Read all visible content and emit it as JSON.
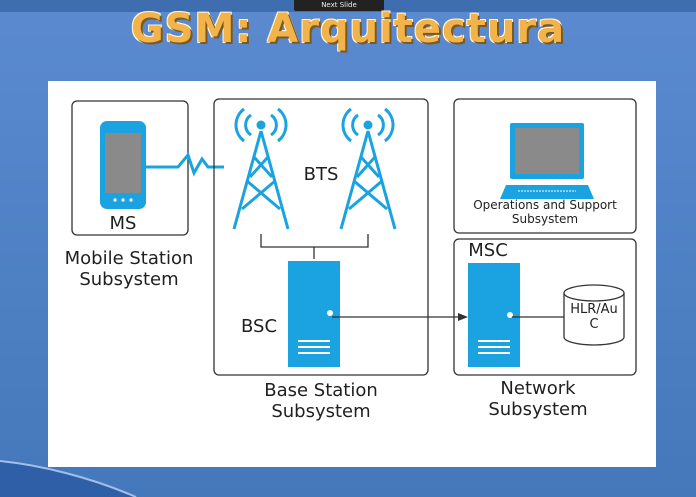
{
  "slide": {
    "title": "GSM: Arquitectura",
    "tooltip": "Next Slide"
  },
  "colors": {
    "background": "#4d7fc3",
    "title": "#f2b34a",
    "accent": "#1aa3e0",
    "box_stroke": "#333333"
  },
  "diagram": {
    "ms_label": "MS",
    "mobile_station_subsystem": [
      "Mobile Station",
      "Subsystem"
    ],
    "bts_label": "BTS",
    "bsc_label": "BSC",
    "base_station_subsystem": [
      "Base Station",
      "Subsystem"
    ],
    "operations_subsystem": [
      "Operations and Support",
      "Subsystem"
    ],
    "msc_label": "MSC",
    "hlr_label": [
      "HLR/Au",
      "C"
    ],
    "network_subsystem": [
      "Network",
      "Subsystem"
    ]
  },
  "icons": [
    "phone-icon",
    "signal-bolt-icon",
    "tower-icon",
    "server-icon",
    "computer-monitor-icon",
    "database-icon"
  ]
}
